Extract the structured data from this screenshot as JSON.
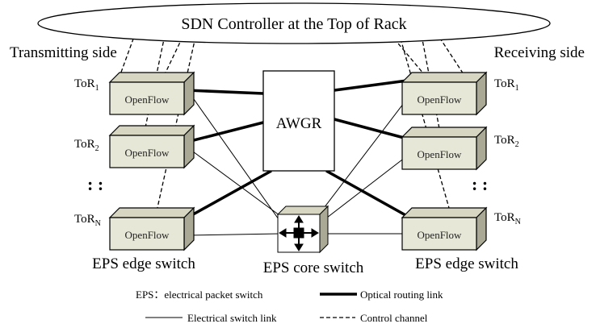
{
  "controller": {
    "label": "SDN Controller at the Top of Rack"
  },
  "sides": {
    "transmitting": "Transmitting side",
    "receiving": "Receiving side"
  },
  "tor": {
    "prefix": "ToR",
    "subs": [
      "1",
      "2",
      "N"
    ],
    "switch_label": "OpenFlow"
  },
  "center_label": "AWGR",
  "edge_switch_label": "EPS edge switch",
  "core_switch_label": "EPS core switch",
  "dots": ":   :",
  "legend": {
    "eps_def": "EPS：electrical packet switch",
    "optical": "Optical routing link",
    "electrical": "Electrical switch link",
    "control": "Control channel"
  },
  "colors": {
    "box_front": "#e7e7d7",
    "box_top": "#d6d6c2",
    "box_side": "#a9a996",
    "outline": "#000000"
  }
}
